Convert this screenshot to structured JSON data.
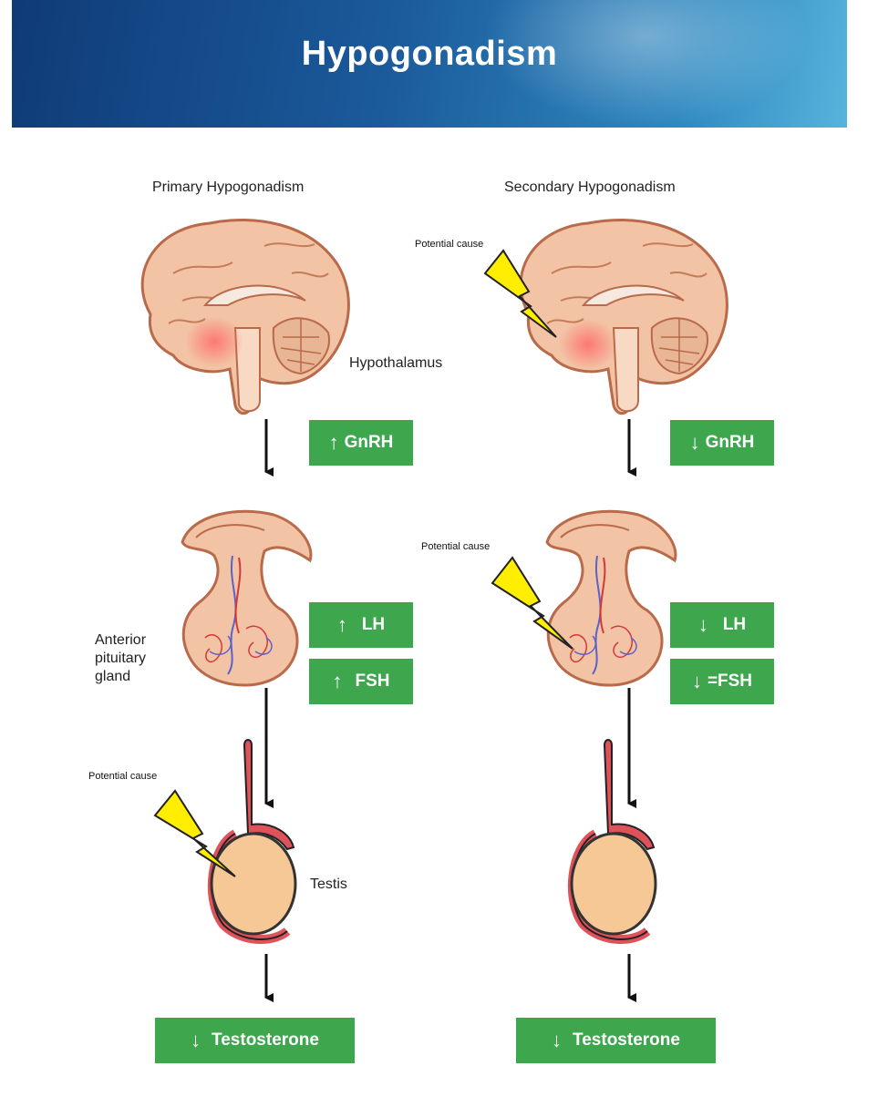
{
  "title": "Hypogonadism",
  "columns": {
    "primary": {
      "title": "Primary Hypogonadism"
    },
    "secondary": {
      "title": "Secondary Hypogonadism"
    }
  },
  "labels": {
    "hypothalamus": "Hypothalamus",
    "pituitary_line1": "Anterior",
    "pituitary_line2": "pituitary",
    "pituitary_line3": "gland",
    "testis": "Testis",
    "potential_cause": "Potential cause"
  },
  "primary": {
    "gnrh": {
      "arrow": "↑",
      "text": "GnRH"
    },
    "lh": {
      "arrow": "↑",
      "text": "LH"
    },
    "fsh": {
      "arrow": "↑",
      "text": "FSH"
    },
    "testosterone": {
      "arrow": "↓",
      "text": "Testosterone"
    }
  },
  "secondary": {
    "gnrh": {
      "arrow": "↓",
      "text": "GnRH"
    },
    "lh": {
      "arrow": "↓",
      "text": "LH"
    },
    "fsh": {
      "arrow": "↓",
      "text": "=FSH"
    },
    "testosterone": {
      "arrow": "↓",
      "text": "Testosterone"
    }
  },
  "colors": {
    "badge_green": "#3ea74e",
    "brain_fill": "#f2c4a5",
    "brain_outline": "#b86a4a",
    "testis_fill": "#f5c896",
    "vessel_red": "#e0525a",
    "bolt_yellow": "#ffee00"
  }
}
